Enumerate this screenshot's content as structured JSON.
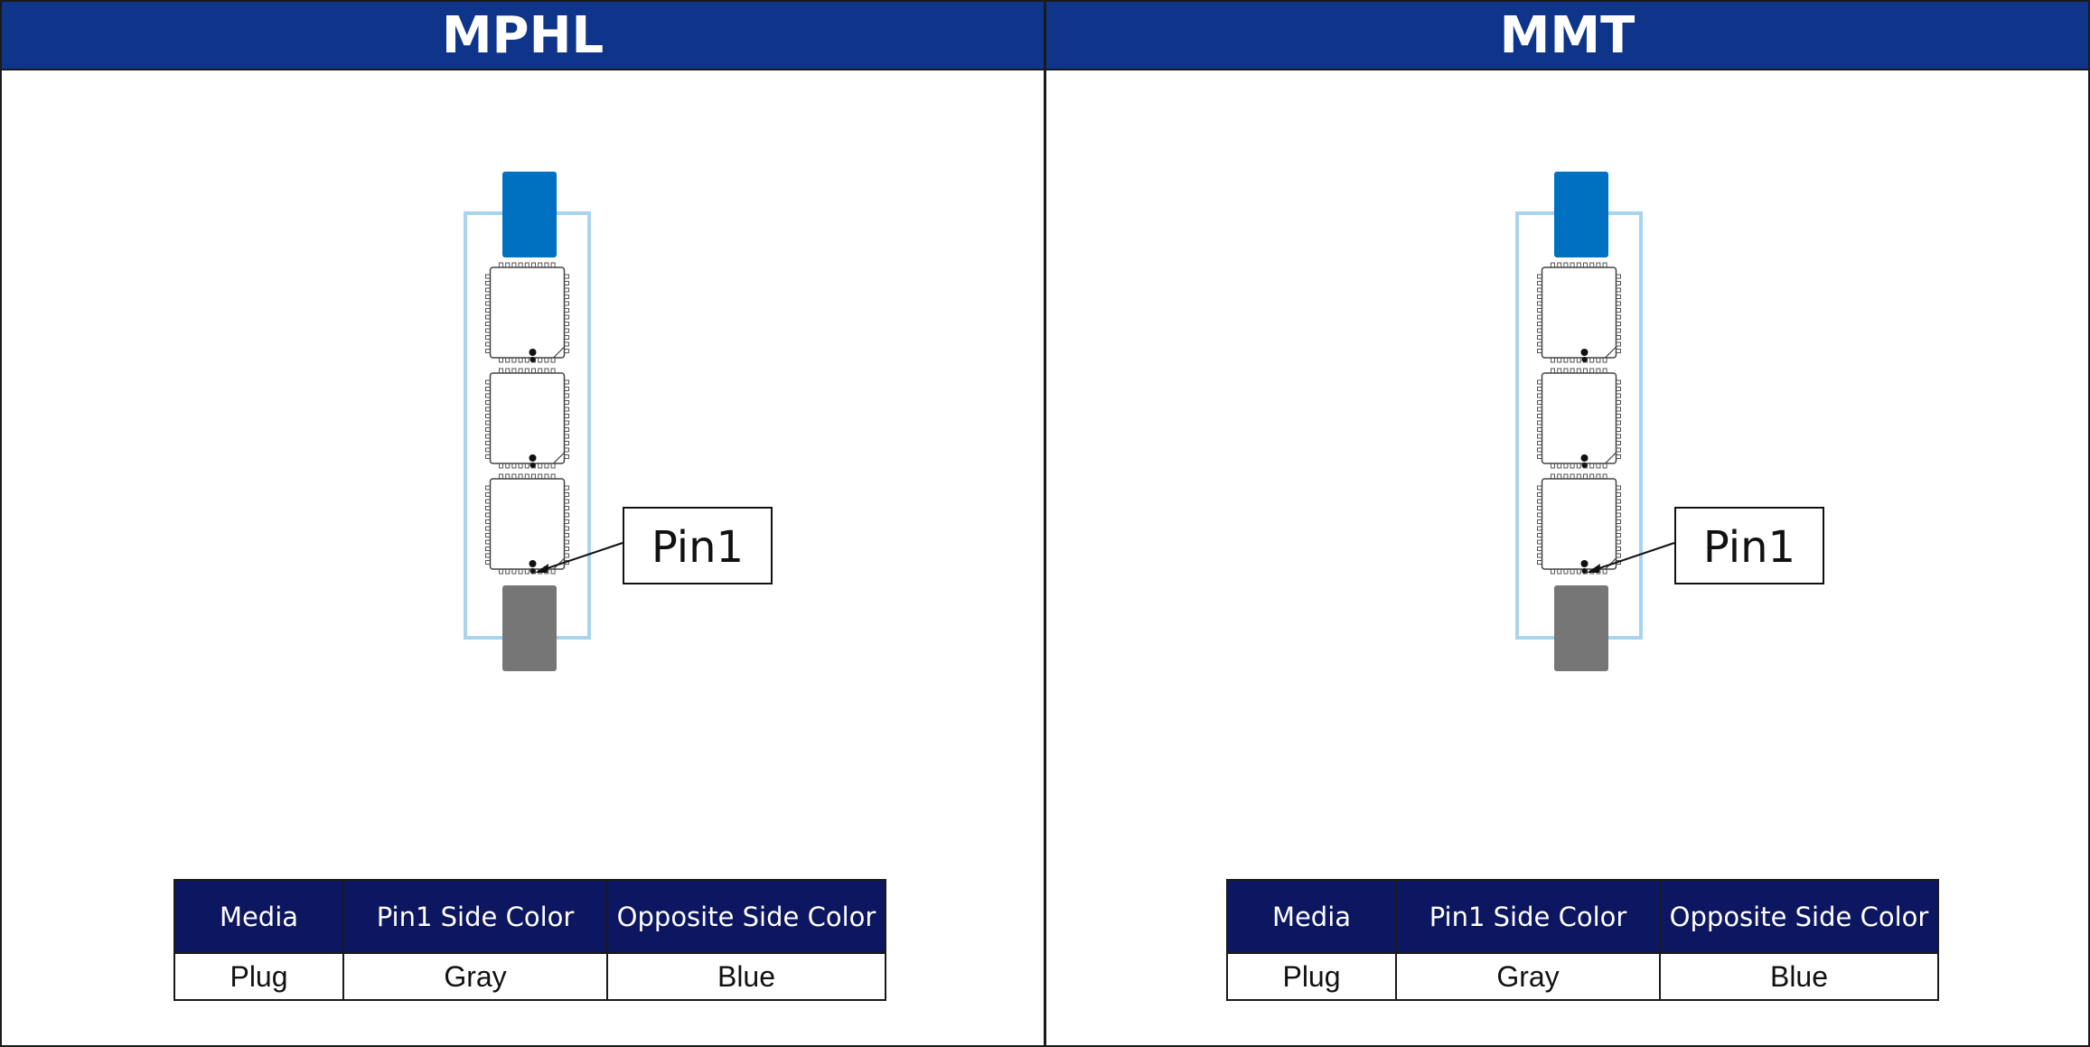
{
  "panels": [
    {
      "title": "MPHL",
      "callout": "Pin1",
      "table": {
        "headers": [
          "Media",
          "Pin1 Side Color",
          "Opposite Side Color"
        ],
        "row": [
          "Plug",
          "Gray",
          "Blue"
        ]
      }
    },
    {
      "title": "MMT",
      "callout": "Pin1",
      "table": {
        "headers": [
          "Media",
          "Pin1 Side Color",
          "Opposite Side Color"
        ],
        "row": [
          "Plug",
          "Gray",
          "Blue"
        ]
      }
    }
  ],
  "colors": {
    "header_bg": "#0e358a",
    "table_header_bg": "#0d1660",
    "blue_end": "#0070c0",
    "gray_end": "#767676",
    "carrier_outline": "#a9d4ee"
  },
  "icons": [
    "chip-icon",
    "pin1-dot-icon",
    "blue-connector-end",
    "gray-connector-end"
  ]
}
